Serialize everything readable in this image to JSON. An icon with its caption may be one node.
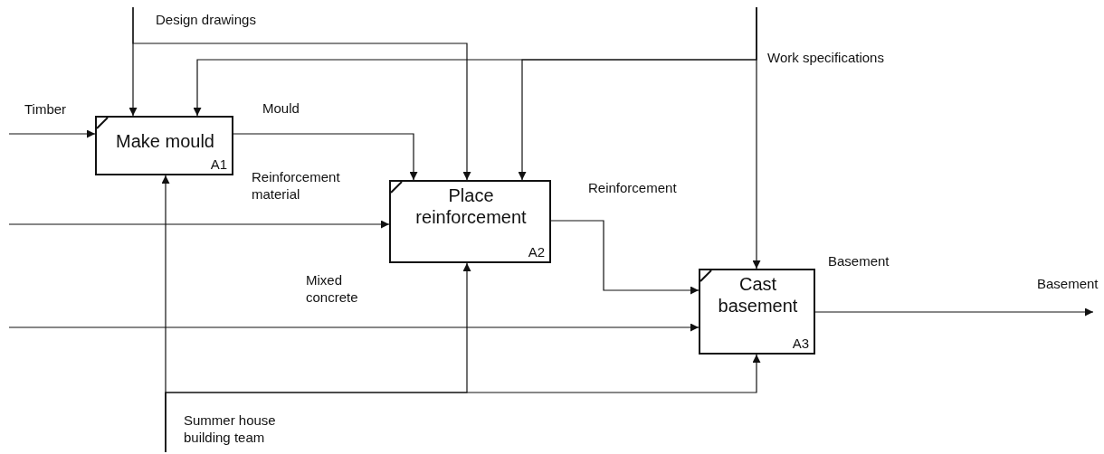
{
  "diagram": {
    "nodes": [
      {
        "text": [
          "Make mould",
          "A1"
        ]
      },
      {
        "text": [
          "Place reinforcement",
          "A2"
        ]
      },
      {
        "text": [
          "Cast basement",
          "A3"
        ]
      }
    ],
    "edges": [
      {
        "from": null,
        "to": 0,
        "arrow": "to",
        "label": "Timber"
      },
      {
        "from": null,
        "to": 0,
        "arrow": "to",
        "label": "Design drawings"
      },
      {
        "from": null,
        "to": 1,
        "arrow": "to"
      },
      {
        "from": null,
        "to": 2,
        "arrow": "to",
        "label": "Work specifications"
      },
      {
        "from": null,
        "to": 1,
        "arrow": "to"
      },
      {
        "from": null,
        "to": 0,
        "arrow": "to"
      },
      {
        "from": 0,
        "to": 1,
        "arrow": "to",
        "label": "Mould"
      },
      {
        "from": null,
        "to": 1,
        "arrow": "to",
        "label": "Reinforcement material"
      },
      {
        "from": null,
        "to": 2,
        "arrow": "to",
        "label": "Mixed concrete"
      },
      {
        "from": 1,
        "to": 2,
        "arrow": "to",
        "label": "Reinforcement"
      },
      {
        "from": 2,
        "to": null,
        "arrow": "to",
        "label": "Basement"
      },
      {
        "from": null,
        "to": 0,
        "arrow": "to",
        "label": "Summer house building team"
      },
      {
        "from": null,
        "to": 1,
        "arrow": "to"
      },
      {
        "from": null,
        "to": 2,
        "arrow": "to"
      }
    ],
    "labels": [
      "Basement"
    ]
  }
}
